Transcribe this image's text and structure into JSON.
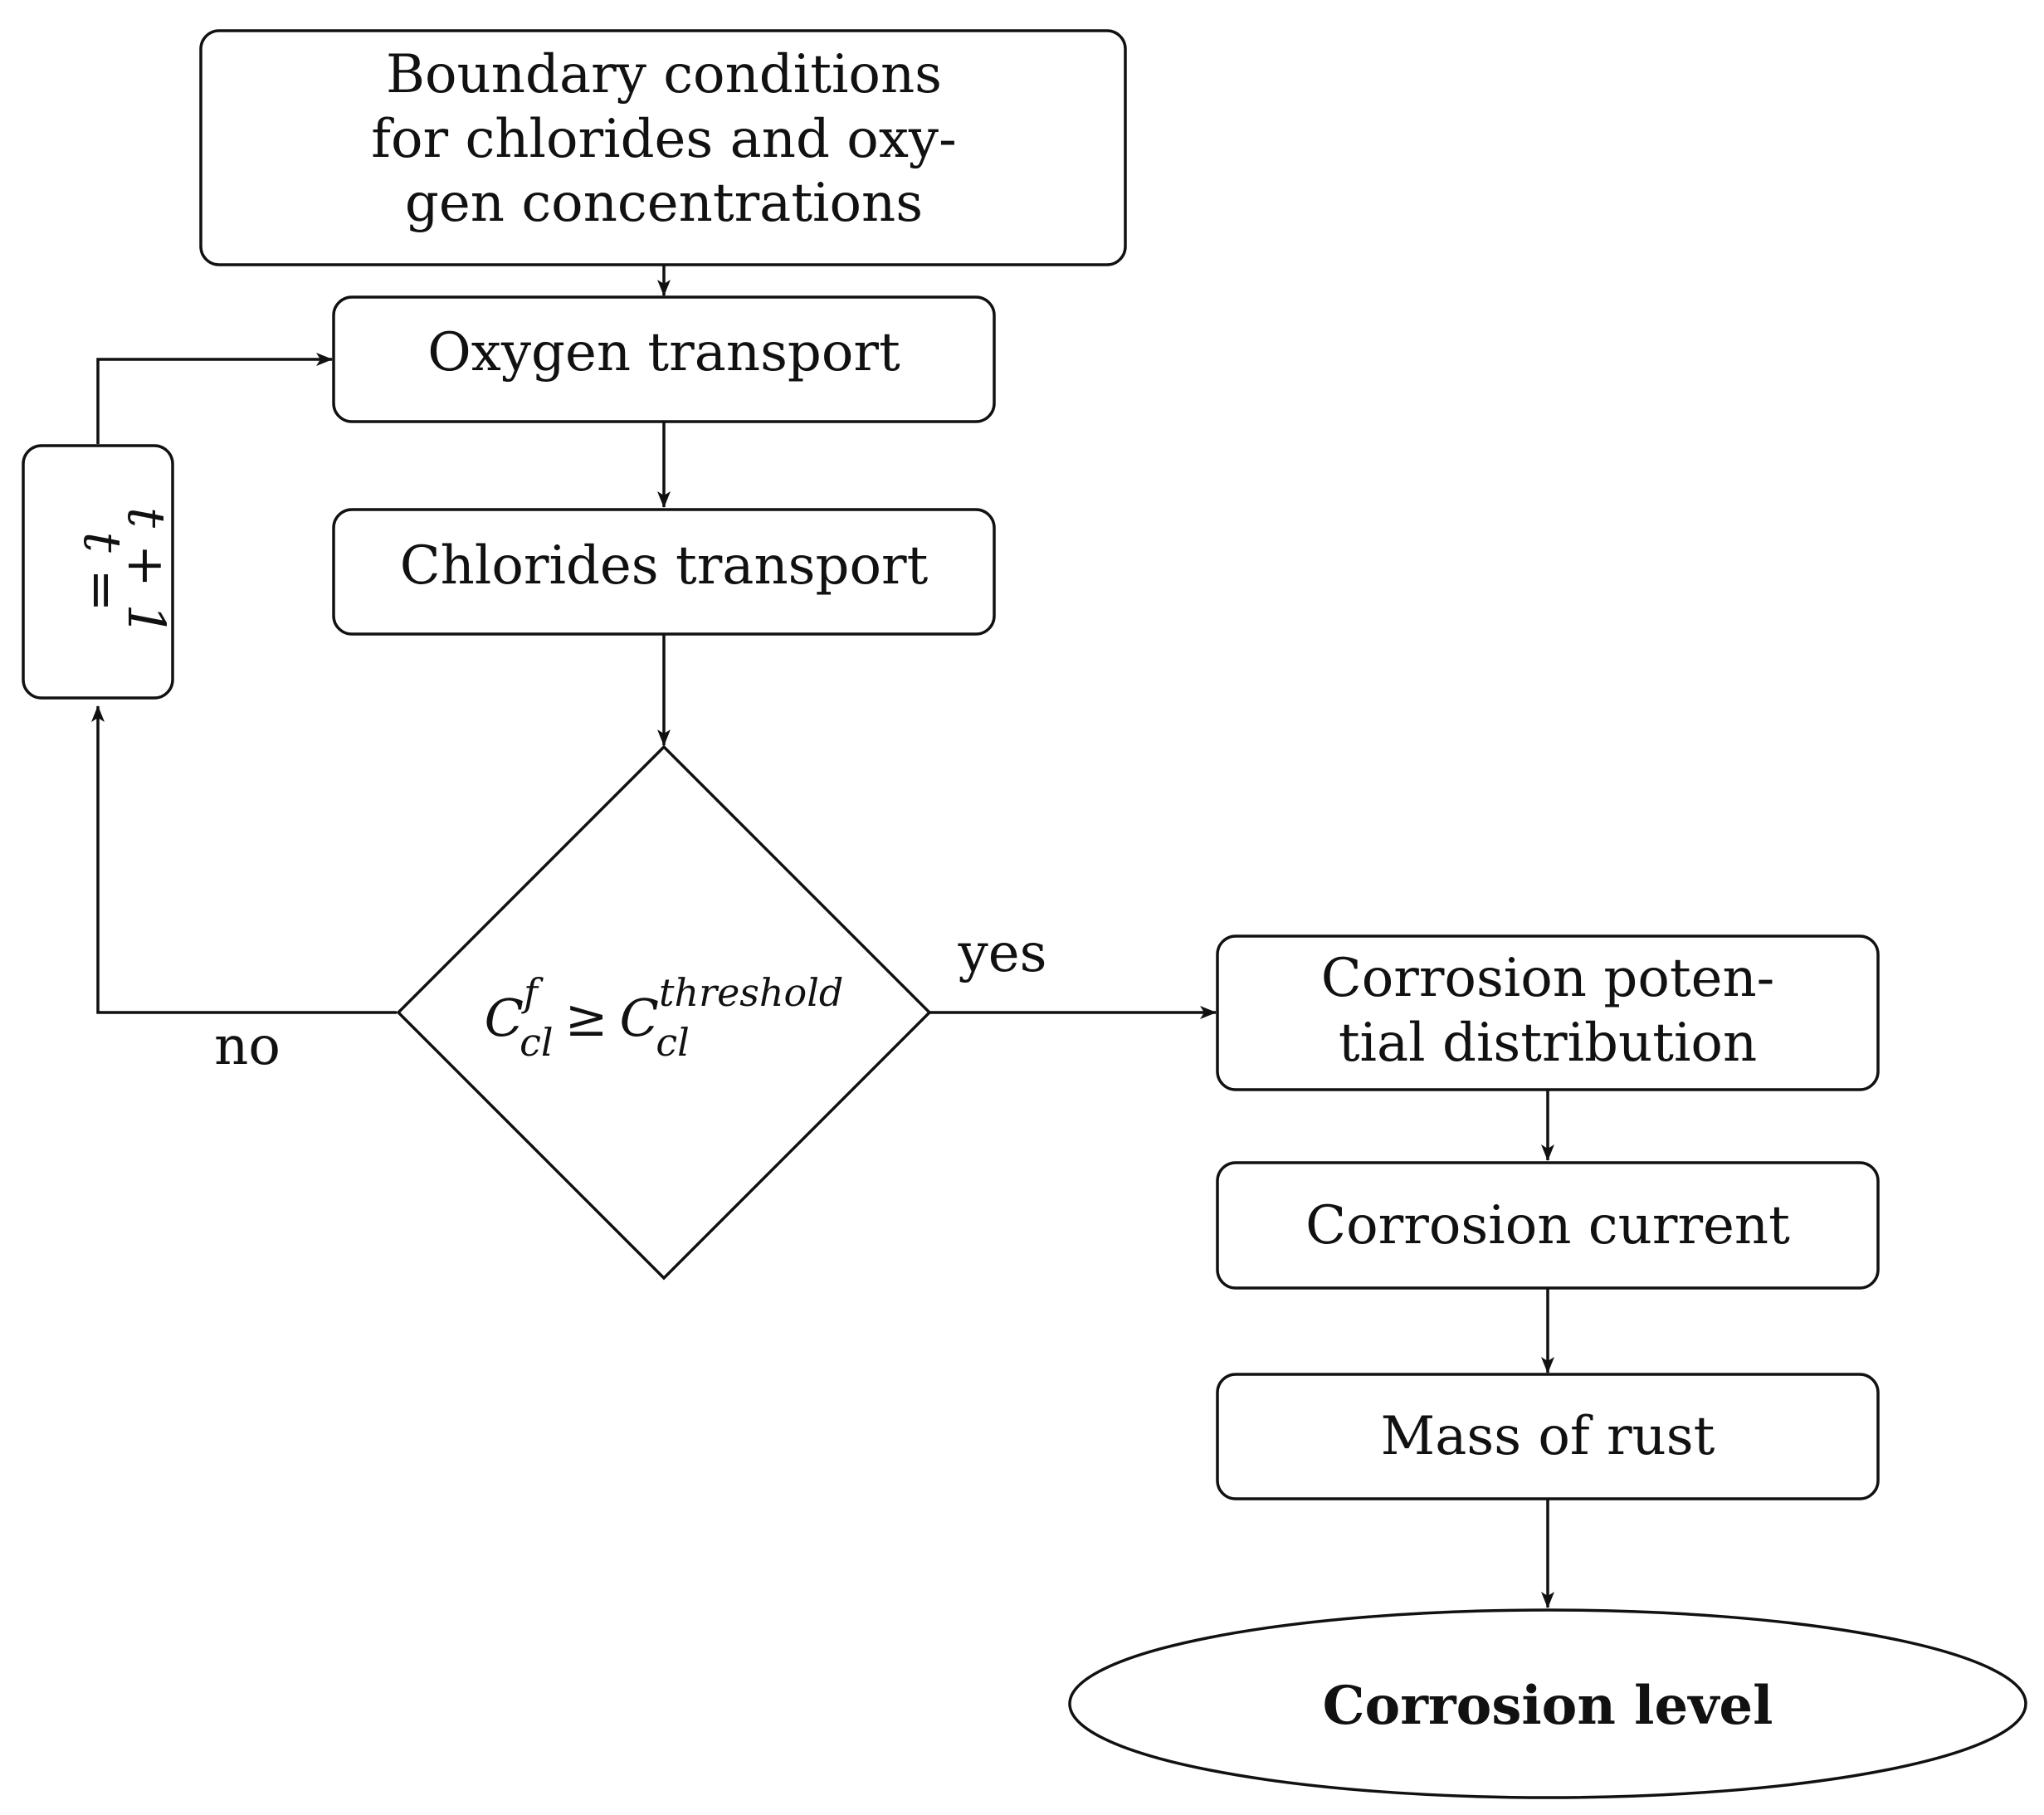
{
  "diagram": {
    "nodes": {
      "boundary": {
        "lines": [
          "Boundary conditions",
          "for chlorides and oxy-",
          "gen concentrations"
        ]
      },
      "oxygen": {
        "lines": [
          "Oxygen transport"
        ]
      },
      "chlorides": {
        "lines": [
          "Chlorides transport"
        ]
      },
      "loop": {
        "line1": "t =",
        "line2": "t + 1"
      },
      "decision": {
        "base_left": "C",
        "sup_left": "f",
        "sub_left": "cl",
        "op": "≥",
        "base_right": "C",
        "sup_right": "threshold",
        "sub_right": "cl"
      },
      "potential": {
        "lines": [
          "Corrosion poten-",
          "tial distribution"
        ]
      },
      "current": {
        "lines": [
          "Corrosion current"
        ]
      },
      "rust": {
        "lines": [
          "Mass of rust"
        ]
      },
      "level": {
        "lines": [
          "Corrosion level"
        ]
      }
    },
    "edge_labels": {
      "yes": "yes",
      "no": "no"
    },
    "colors": {
      "stroke": "#111111",
      "fill": "#ffffff",
      "text": "#111111"
    }
  }
}
